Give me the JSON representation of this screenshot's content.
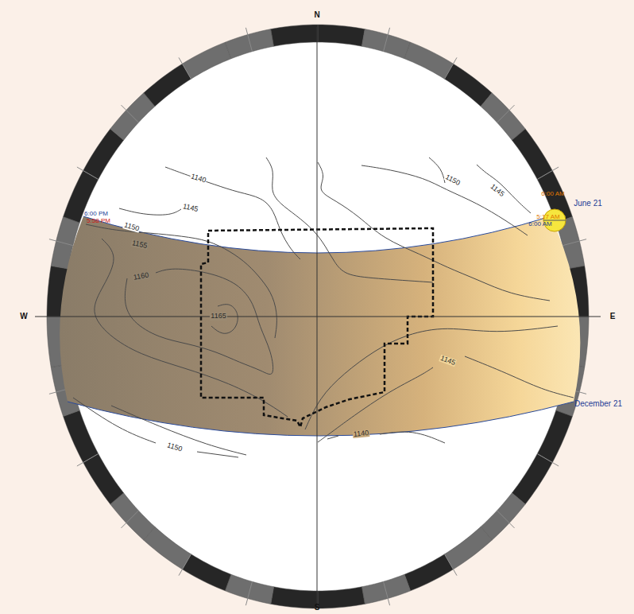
{
  "diagram": {
    "labels": [
      "N",
      "W",
      "E",
      "S",
      "1140",
      "1145",
      "1150",
      "1155",
      "1160",
      "1165",
      "1150",
      "1145",
      "1145",
      "1150",
      "1140",
      "6:00 PM",
      "5:58 PM",
      "6:00 AM",
      "5:17 AM",
      "6:00 AM",
      "June 21",
      "December 21"
    ]
  }
}
